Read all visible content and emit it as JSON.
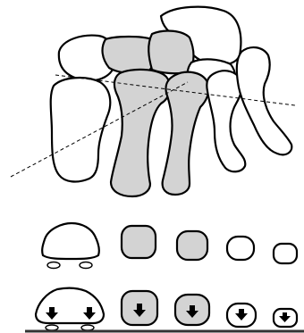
{
  "diagram": {
    "colors": {
      "outline": "#000000",
      "shaded_bone": "#d3d3d3",
      "unshaded_bone": "#ffffff",
      "ground": "#333333",
      "background": "#ffffff"
    },
    "top_view": {
      "shaded_metatarsals": [
        2,
        3
      ],
      "unshaded_metatarsals": [
        1,
        4,
        5
      ],
      "has_dashed_axis_lines": true
    },
    "cross_sections": {
      "rows": [
        "unloaded",
        "loaded-on-ground"
      ],
      "columns": [
        1,
        2,
        3,
        4,
        5
      ],
      "shaded_columns": [
        2,
        3
      ],
      "load_arrows": "down-arrow-icon"
    }
  }
}
